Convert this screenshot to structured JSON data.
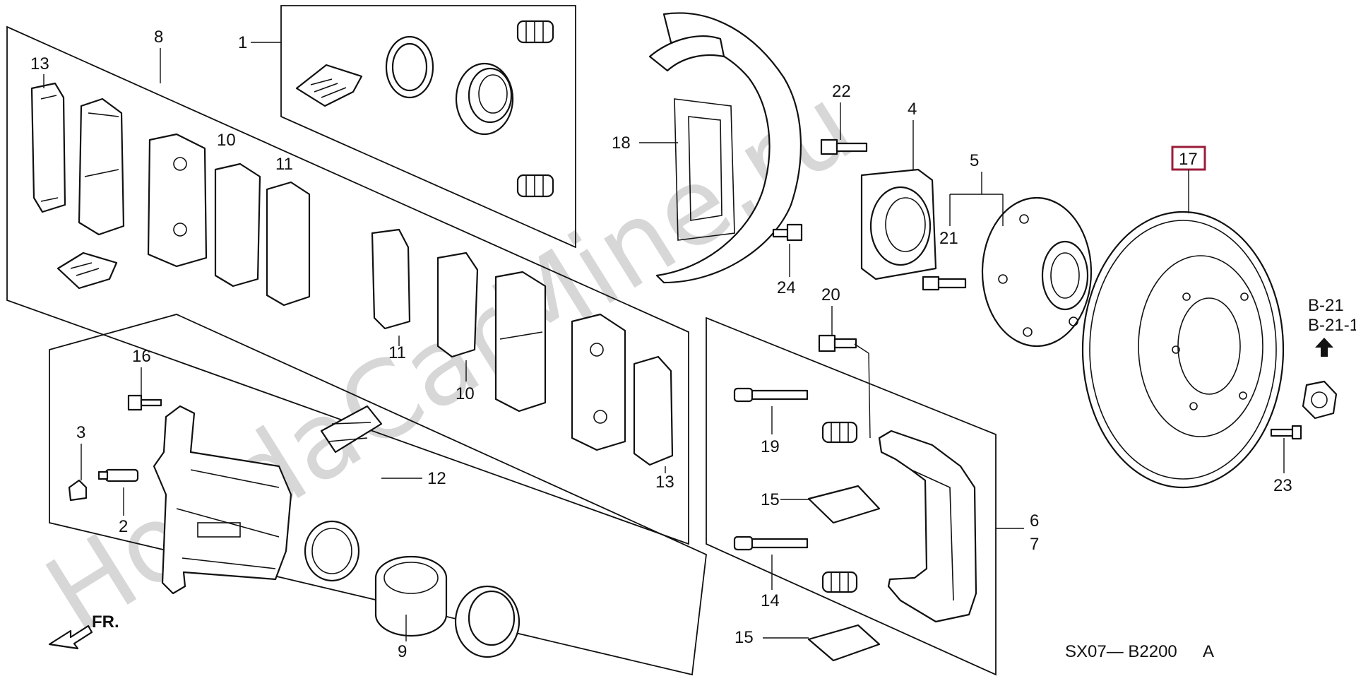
{
  "diagram": {
    "code": "SX07— B2200",
    "code_suffix": "A",
    "watermark": "HondaCarMine.ru",
    "front_label": "FR.",
    "ref_labels": [
      "B-21",
      "B-21-1"
    ],
    "highlight_color": "#9b1c3a"
  },
  "callouts": {
    "c1": "1",
    "c2": "2",
    "c3": "3",
    "c4": "4",
    "c5": "5",
    "c6": "6",
    "c7": "7",
    "c8": "8",
    "c9": "9",
    "c10a": "10",
    "c10b": "10",
    "c11a": "11",
    "c11b": "11",
    "c12": "12",
    "c13a": "13",
    "c13b": "13",
    "c14": "14",
    "c15a": "15",
    "c15b": "15",
    "c16": "16",
    "c17": "17",
    "c18": "18",
    "c19": "19",
    "c20": "20",
    "c21a": "21",
    "c22": "22",
    "c23": "23",
    "c24": "24"
  }
}
